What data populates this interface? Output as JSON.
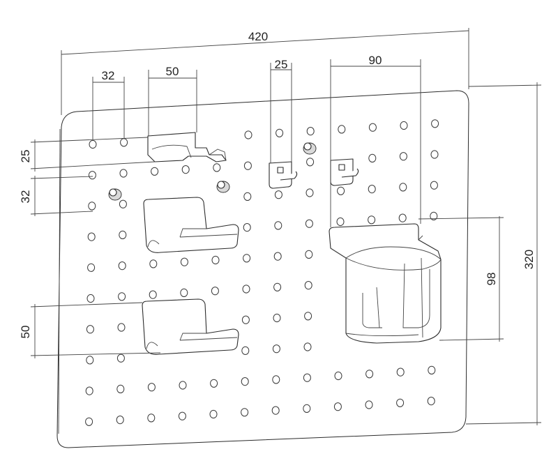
{
  "drawing": {
    "line_color": "#2b2b2b",
    "background": "#ffffff",
    "dimensions": {
      "board_width": "420",
      "board_height": "320",
      "hole_pitch_h": "32",
      "shelf_width": "50",
      "small_hook_width": "25",
      "cup_holder_width": "90",
      "shelf_offset": "25",
      "hole_pitch_v": "32",
      "lower_shelf_height": "50",
      "cup_holder_height": "98"
    }
  }
}
